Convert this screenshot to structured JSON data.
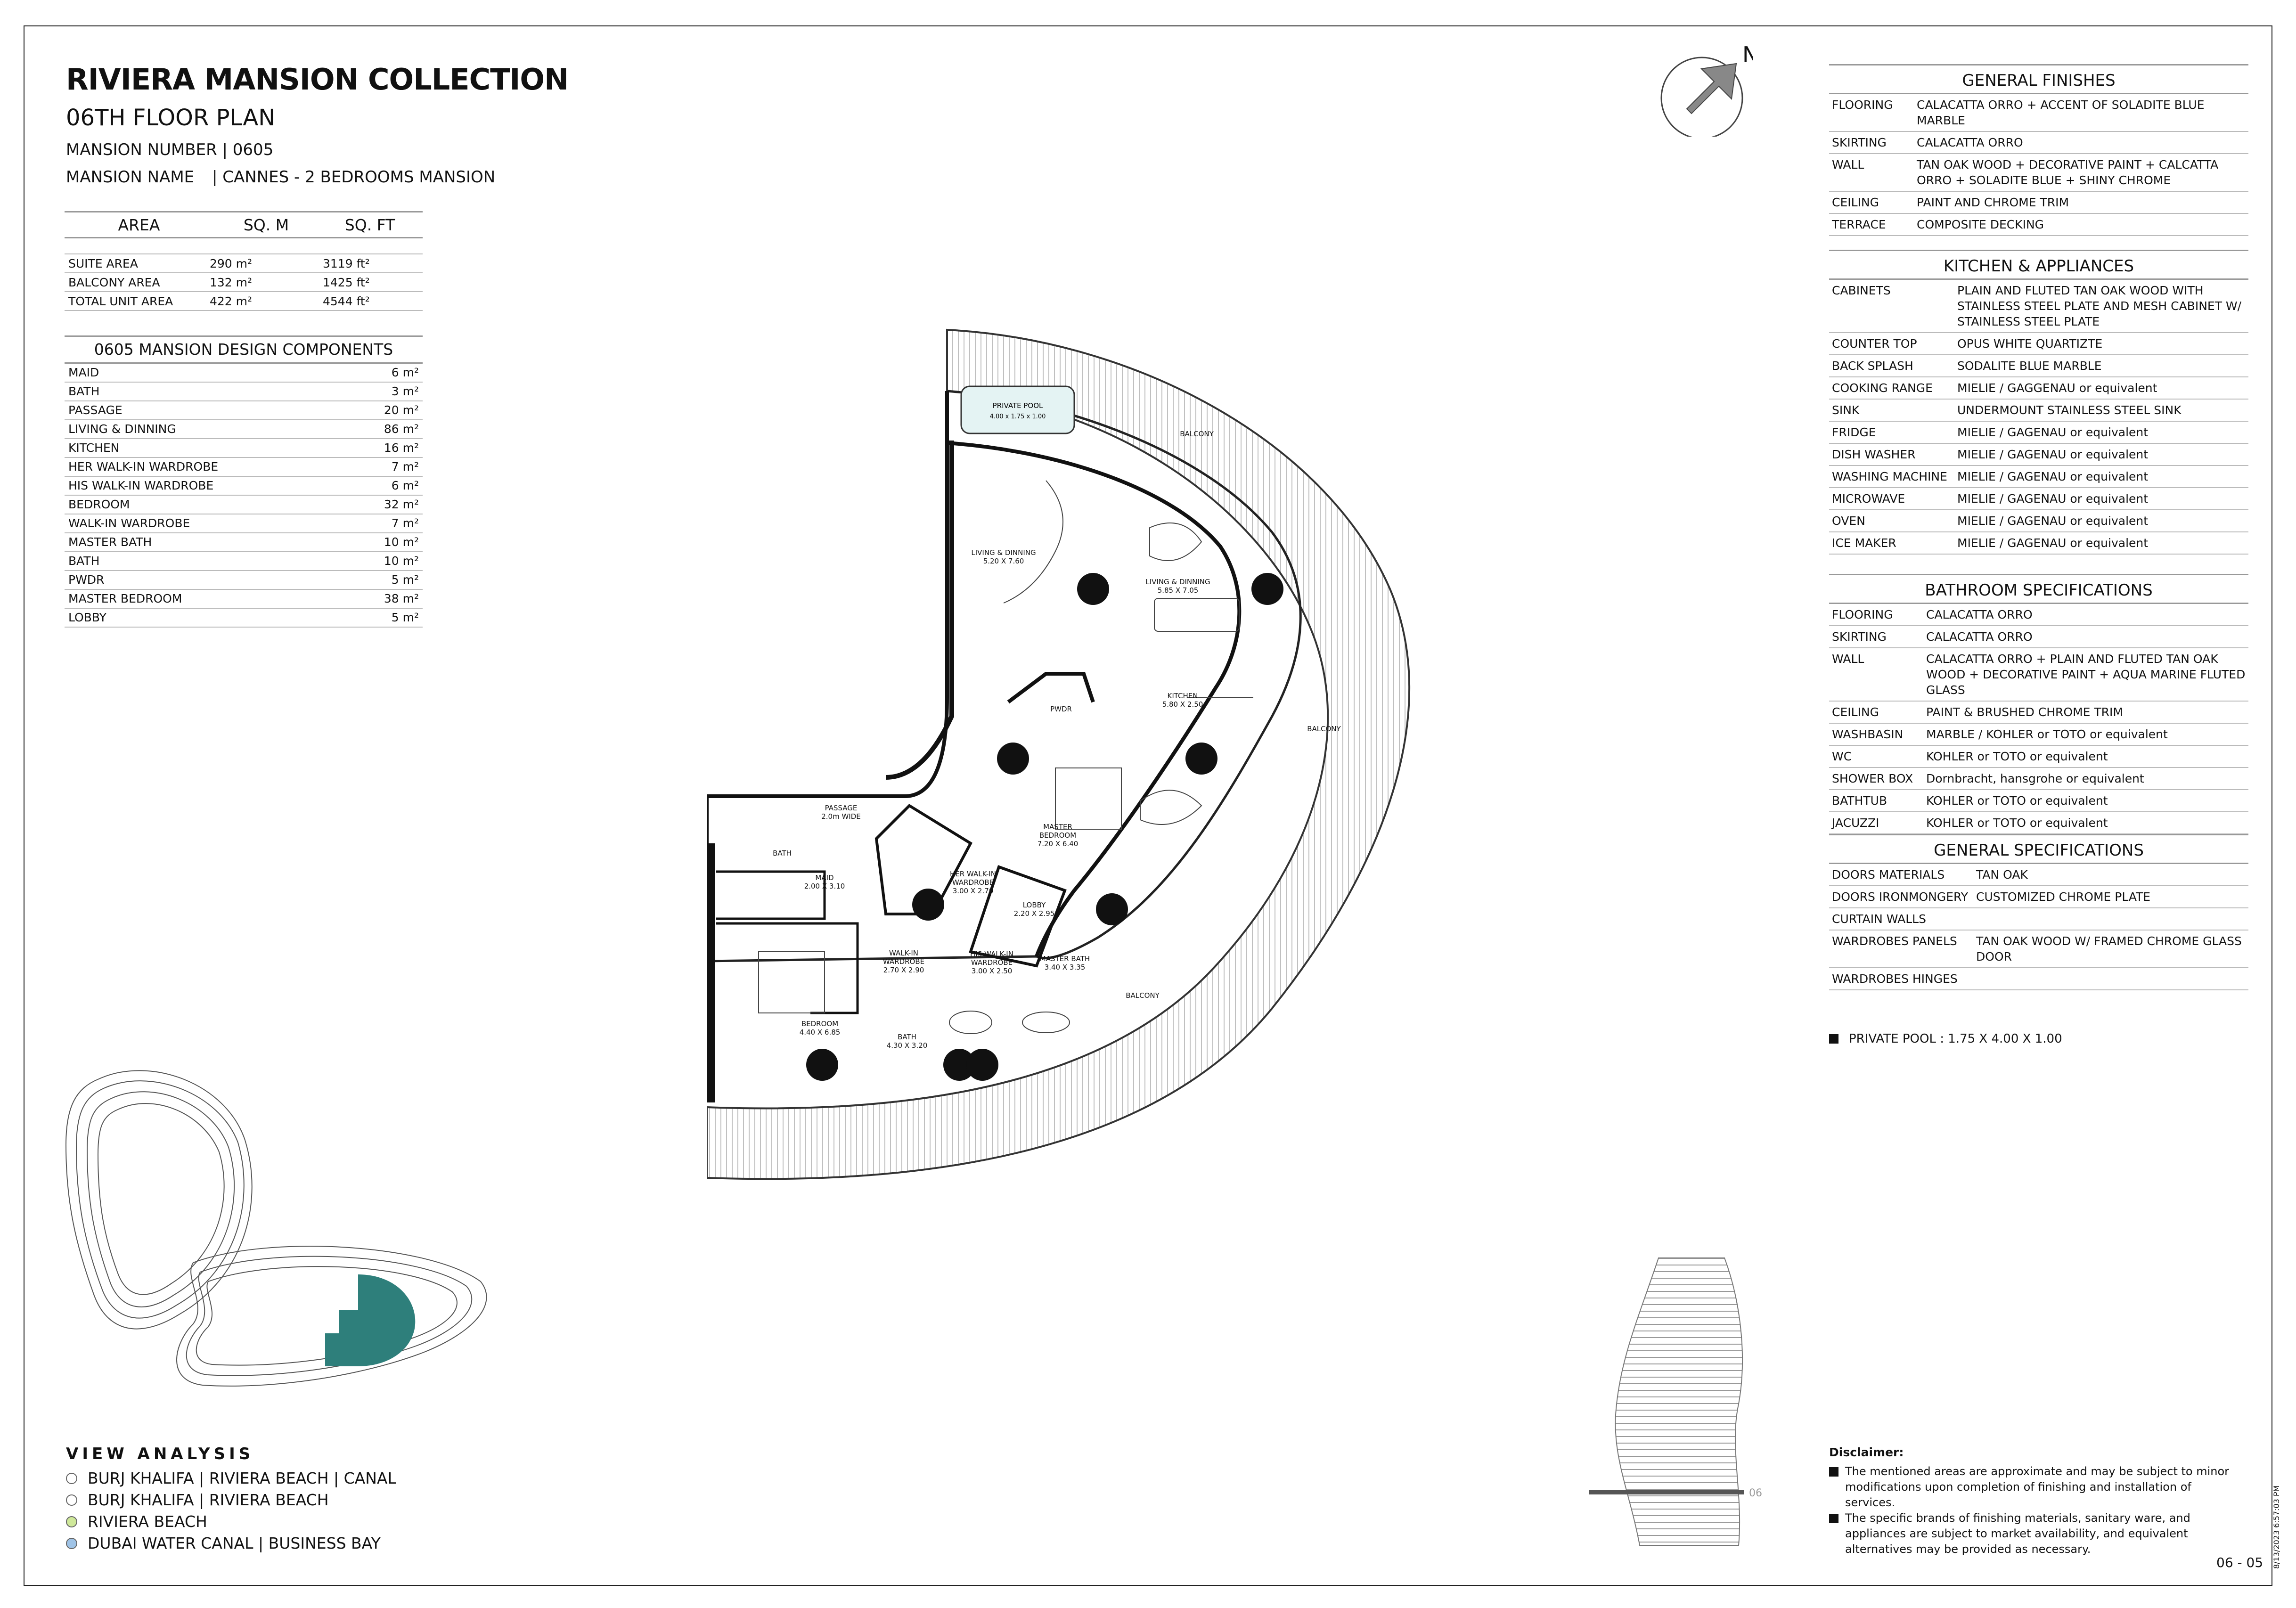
{
  "header": {
    "title": "RIVIERA MANSION COLLECTION",
    "subtitle": "06TH FLOOR PLAN",
    "mansion_number": "MANSION NUMBER | 0605",
    "mansion_name_label": "MANSION NAME",
    "mansion_name_value": "| CANNES - 2 BEDROOMS MANSION"
  },
  "area_table": {
    "headers": [
      "AREA",
      "SQ. M",
      "SQ. FT"
    ],
    "rows": [
      {
        "area": "SUITE AREA",
        "sqm": "290 m²",
        "sqft": "3119 ft²"
      },
      {
        "area": "BALCONY AREA",
        "sqm": "132 m²",
        "sqft": "1425 ft²"
      },
      {
        "area": "TOTAL UNIT AREA",
        "sqm": "422 m²",
        "sqft": "4544 ft²"
      }
    ]
  },
  "components": {
    "title": "0605 MANSION DESIGN COMPONENTS",
    "rows": [
      {
        "name": "MAID",
        "value": "6 m²"
      },
      {
        "name": "BATH",
        "value": "3 m²"
      },
      {
        "name": "PASSAGE",
        "value": "20 m²"
      },
      {
        "name": "LIVING & DINNING",
        "value": "86 m²"
      },
      {
        "name": "KITCHEN",
        "value": "16 m²"
      },
      {
        "name": "HER WALK-IN WARDROBE",
        "value": "7 m²"
      },
      {
        "name": "HIS WALK-IN WARDROBE",
        "value": "6 m²"
      },
      {
        "name": "BEDROOM",
        "value": "32 m²"
      },
      {
        "name": "WALK-IN WARDROBE",
        "value": "7 m²"
      },
      {
        "name": "MASTER BATH",
        "value": "10 m²"
      },
      {
        "name": "BATH",
        "value": "10 m²"
      },
      {
        "name": "PWDR",
        "value": "5 m²"
      },
      {
        "name": "MASTER BEDROOM",
        "value": "38 m²"
      },
      {
        "name": "LOBBY",
        "value": "5 m²"
      }
    ]
  },
  "north_label": "N",
  "floor_plan": {
    "private_pool_label": "PRIVATE POOL",
    "private_pool_dims": "4.00 x 1.75 x 1.00",
    "balcony_label": "BALCONY",
    "living_1": "LIVING & DINNING",
    "living_1_dims": "5.20 X 7.60",
    "living_2": "LIVING & DINNING",
    "living_2_dims": "5.85 X 7.05",
    "kitchen": "KITCHEN",
    "kitchen_dims": "5.80 X 2.50",
    "pwdr": "PWDR",
    "passage": "PASSAGE",
    "passage_dims": "2.0m WIDE",
    "master_bedroom_1": "MASTER",
    "master_bedroom_2": "BEDROOM",
    "master_bedroom_dims": "7.20 X 6.40",
    "bath": "BATH",
    "maid": "MAID",
    "maid_dims": "2.00 X 3.10",
    "her_wardrobe_1": "HER WALK-IN",
    "her_wardrobe_2": "WARDROBE",
    "her_wardrobe_dims": "3.00 X 2.70",
    "lobby": "LOBBY",
    "lobby_dims": "2.20 X 2.95",
    "walkin_wardrobe": "WALK-IN",
    "walkin_wardrobe_2": "WARDROBE",
    "walkin_wardrobe_dims": "2.70 X 2.90",
    "his_wardrobe_1": "HIS WALK-IN",
    "his_wardrobe_2": "WARDROBE",
    "his_wardrobe_dims": "3.00 X 2.50",
    "master_bath": "MASTER BATH",
    "master_bath_dims": "3.40 X 3.35",
    "bedroom": "BEDROOM",
    "bedroom_dims": "4.40 X 6.85",
    "bath_2": "BATH",
    "bath_2_dims": "4.30 X 3.20"
  },
  "general_finishes": {
    "title": "GENERAL FINISHES",
    "rows": [
      {
        "k": "FLOORING",
        "v": "CALACATTA ORRO + ACCENT OF SOLADITE BLUE MARBLE"
      },
      {
        "k": "SKIRTING",
        "v": "CALACATTA ORRO"
      },
      {
        "k": "WALL",
        "v": "TAN OAK WOOD + DECORATIVE PAINT + CALCATTA ORRO + SOLADITE BLUE + SHINY CHROME"
      },
      {
        "k": "CEILING",
        "v": "PAINT AND CHROME TRIM"
      },
      {
        "k": "TERRACE",
        "v": "COMPOSITE DECKING"
      }
    ]
  },
  "kitchen_appliances": {
    "title": "KITCHEN & APPLIANCES",
    "rows": [
      {
        "k": "CABINETS",
        "v": "PLAIN AND FLUTED TAN OAK WOOD WITH STAINLESS STEEL PLATE AND MESH CABINET W/ STAINLESS STEEL PLATE"
      },
      {
        "k": "COUNTER TOP",
        "v": "OPUS WHITE QUARTIZTE"
      },
      {
        "k": "BACK SPLASH",
        "v": "SODALITE BLUE MARBLE"
      },
      {
        "k": "COOKING RANGE",
        "v": "MIELIE / GAGGENAU or equivalent"
      },
      {
        "k": "SINK",
        "v": "UNDERMOUNT STAINLESS STEEL SINK"
      },
      {
        "k": "FRIDGE",
        "v": "MIELIE / GAGENAU or equivalent"
      },
      {
        "k": "DISH WASHER",
        "v": "MIELIE / GAGENAU or equivalent"
      },
      {
        "k": "WASHING MACHINE",
        "v": "MIELIE / GAGENAU or equivalent"
      },
      {
        "k": "MICROWAVE",
        "v": "MIELIE / GAGENAU or equivalent"
      },
      {
        "k": "OVEN",
        "v": "MIELIE / GAGENAU or equivalent"
      },
      {
        "k": "ICE MAKER",
        "v": "MIELIE / GAGENAU or equivalent"
      }
    ]
  },
  "bathroom_specs": {
    "title": "BATHROOM SPECIFICATIONS",
    "rows": [
      {
        "k": "FLOORING",
        "v": "CALACATTA ORRO"
      },
      {
        "k": "SKIRTING",
        "v": "CALACATTA ORRO"
      },
      {
        "k": "WALL",
        "v": "CALACATTA ORRO + PLAIN AND FLUTED TAN OAK WOOD + DECORATIVE PAINT + AQUA MARINE FLUTED GLASS"
      },
      {
        "k": "CEILING",
        "v": "PAINT & BRUSHED CHROME TRIM"
      },
      {
        "k": "WASHBASIN",
        "v": "MARBLE / KOHLER or TOTO or equivalent"
      },
      {
        "k": "WC",
        "v": "KOHLER or TOTO or equivalent"
      },
      {
        "k": "SHOWER BOX",
        "v": "Dornbracht, hansgrohe or equivalent"
      },
      {
        "k": "BATHTUB",
        "v": "KOHLER or TOTO or equivalent"
      },
      {
        "k": "JACUZZI",
        "v": "KOHLER or TOTO or equivalent"
      }
    ]
  },
  "general_specs": {
    "title": "GENERAL SPECIFICATIONS",
    "rows": [
      {
        "k": "DOORS MATERIALS",
        "v": "TAN OAK"
      },
      {
        "k": "DOORS IRONMONGERY",
        "v": "CUSTOMIZED CHROME PLATE"
      },
      {
        "k": "CURTAIN WALLS",
        "v": ""
      },
      {
        "k": "WARDROBES PANELS",
        "v": "TAN OAK WOOD W/ FRAMED CHROME GLASS DOOR"
      },
      {
        "k": "WARDROBES HINGES",
        "v": ""
      }
    ]
  },
  "private_pool_note": "PRIVATE POOL : 1.75 X 4.00 X 1.00",
  "view_analysis": {
    "title": "VIEW ANALYSIS",
    "items": [
      {
        "label": "BURJ KHALIFA | RIVIERA BEACH | CANAL",
        "color": "#ffffff"
      },
      {
        "label": "BURJ KHALIFA | RIVIERA BEACH",
        "color": "#ffffff"
      },
      {
        "label": "RIVIERA BEACH",
        "color": "#cfe89a"
      },
      {
        "label": "DUBAI WATER CANAL | BUSINESS BAY",
        "color": "#9fc3e6"
      }
    ]
  },
  "elevation_floor_label": "06",
  "disclaimer": {
    "title": "Disclaimer:",
    "items": [
      "The mentioned areas are approximate and may be subject to minor modifications  upon completion of finishing and installation of services.",
      "The specific brands of finishing materials, sanitary ware, and appliances are subject to market availability, and equivalent alternatives may be provided as necessary."
    ]
  },
  "page_number": "06 - 05",
  "timestamp": "8/13/2023 6:57:03 PM",
  "colors": {
    "highlight_unit": "#2e7f7b",
    "pool_water": "#e4f3f3"
  }
}
